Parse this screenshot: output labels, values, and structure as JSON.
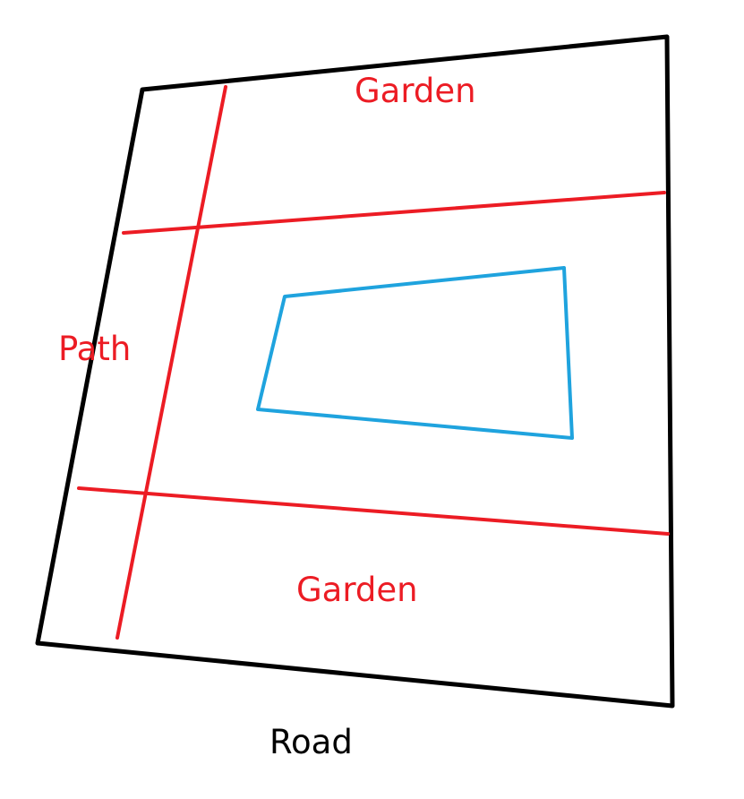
{
  "labels": {
    "garden_top": "Garden",
    "path": "Path",
    "garden_bottom": "Garden",
    "road": "Road"
  },
  "colors": {
    "boundary": "#000000",
    "divider": "#ec1c24",
    "pond": "#1fa3de",
    "label_red": "#ec1c24",
    "label_black": "#000000",
    "background": "#ffffff"
  }
}
